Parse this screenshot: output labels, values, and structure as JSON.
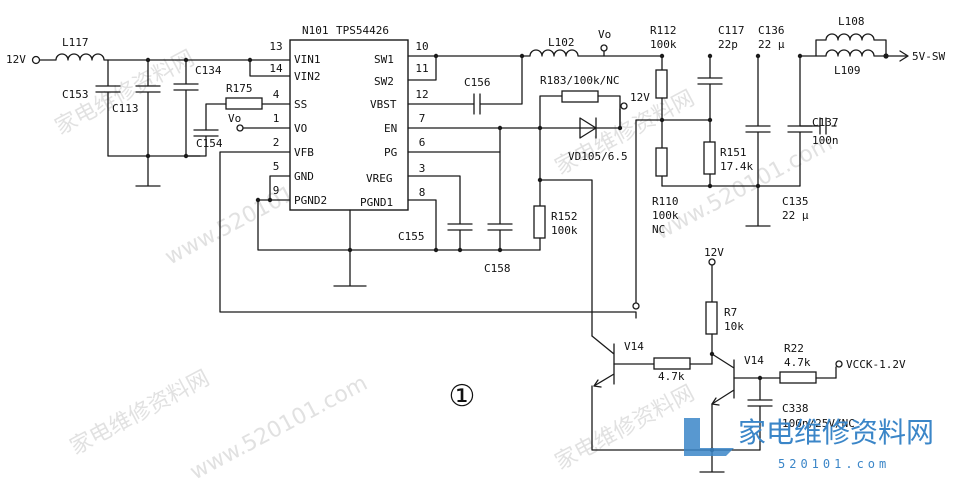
{
  "figure_number": "①",
  "ic": {
    "ref": "N101",
    "part": "TPS54426",
    "left_pins": [
      {
        "num": "13",
        "name": "VIN1"
      },
      {
        "num": "14",
        "name": "VIN2"
      },
      {
        "num": "4",
        "name": "SS"
      },
      {
        "num": "1",
        "name": "VO"
      },
      {
        "num": "2",
        "name": "VFB"
      },
      {
        "num": "5",
        "name": "GND"
      },
      {
        "num": "9",
        "name": "PGND2"
      }
    ],
    "right_pins": [
      {
        "num": "10",
        "name": "SW1"
      },
      {
        "num": "11",
        "name": "SW2"
      },
      {
        "num": "12",
        "name": "VBST"
      },
      {
        "num": "7",
        "name": "EN"
      },
      {
        "num": "6",
        "name": "PG"
      },
      {
        "num": "3",
        "name": "VREG"
      },
      {
        "num": "8",
        "name": "PGND1"
      }
    ]
  },
  "nets": {
    "vin_12v": "12V",
    "vo": "Vo",
    "vo_left": "Vo",
    "en_12v": "12V",
    "q_12v": "12V",
    "out_5v": "5V-SW",
    "vcck": "VCCK-1.2V"
  },
  "parts": {
    "l117": "L117",
    "c153": "C153",
    "c113": "C113",
    "c134": "C134",
    "r175": "R175",
    "c154": "C154",
    "l102": "L102",
    "c156": "C156",
    "r183": "R183/100k/NC",
    "vd105": "VD105/6.5",
    "c155": "C155",
    "c158": "C158",
    "r152": "R152",
    "r152_val": "100k",
    "r112": "R112",
    "r112_val": "100k",
    "c117": "C117",
    "c117_val": "22p",
    "c136": "C136",
    "c136_val": "22 µ",
    "l108": "L108",
    "l109": "L109",
    "c137": "C137",
    "c137_val": "100n",
    "r151": "R151",
    "r151_val": "17.4k",
    "r110": "R110",
    "r110_val": "100k",
    "r110_nc": "NC",
    "c135": "C135",
    "c135_val": "22 µ",
    "r7": "R7",
    "r7_val": "10k",
    "v14a": "V14",
    "v14b": "V14",
    "r22": "R22",
    "r22_val": "4.7k",
    "rbase_val": "4.7k",
    "c338": "C338",
    "c338_val": "100n/25V/NC"
  },
  "watermarks": [
    "家电维修资料网",
    "www.520101.com"
  ],
  "logo": {
    "cn": "家电维修资料网",
    "url": "520101.com"
  },
  "colors": {
    "ink": "#1a1a1a",
    "logo": "#3b86c8"
  }
}
